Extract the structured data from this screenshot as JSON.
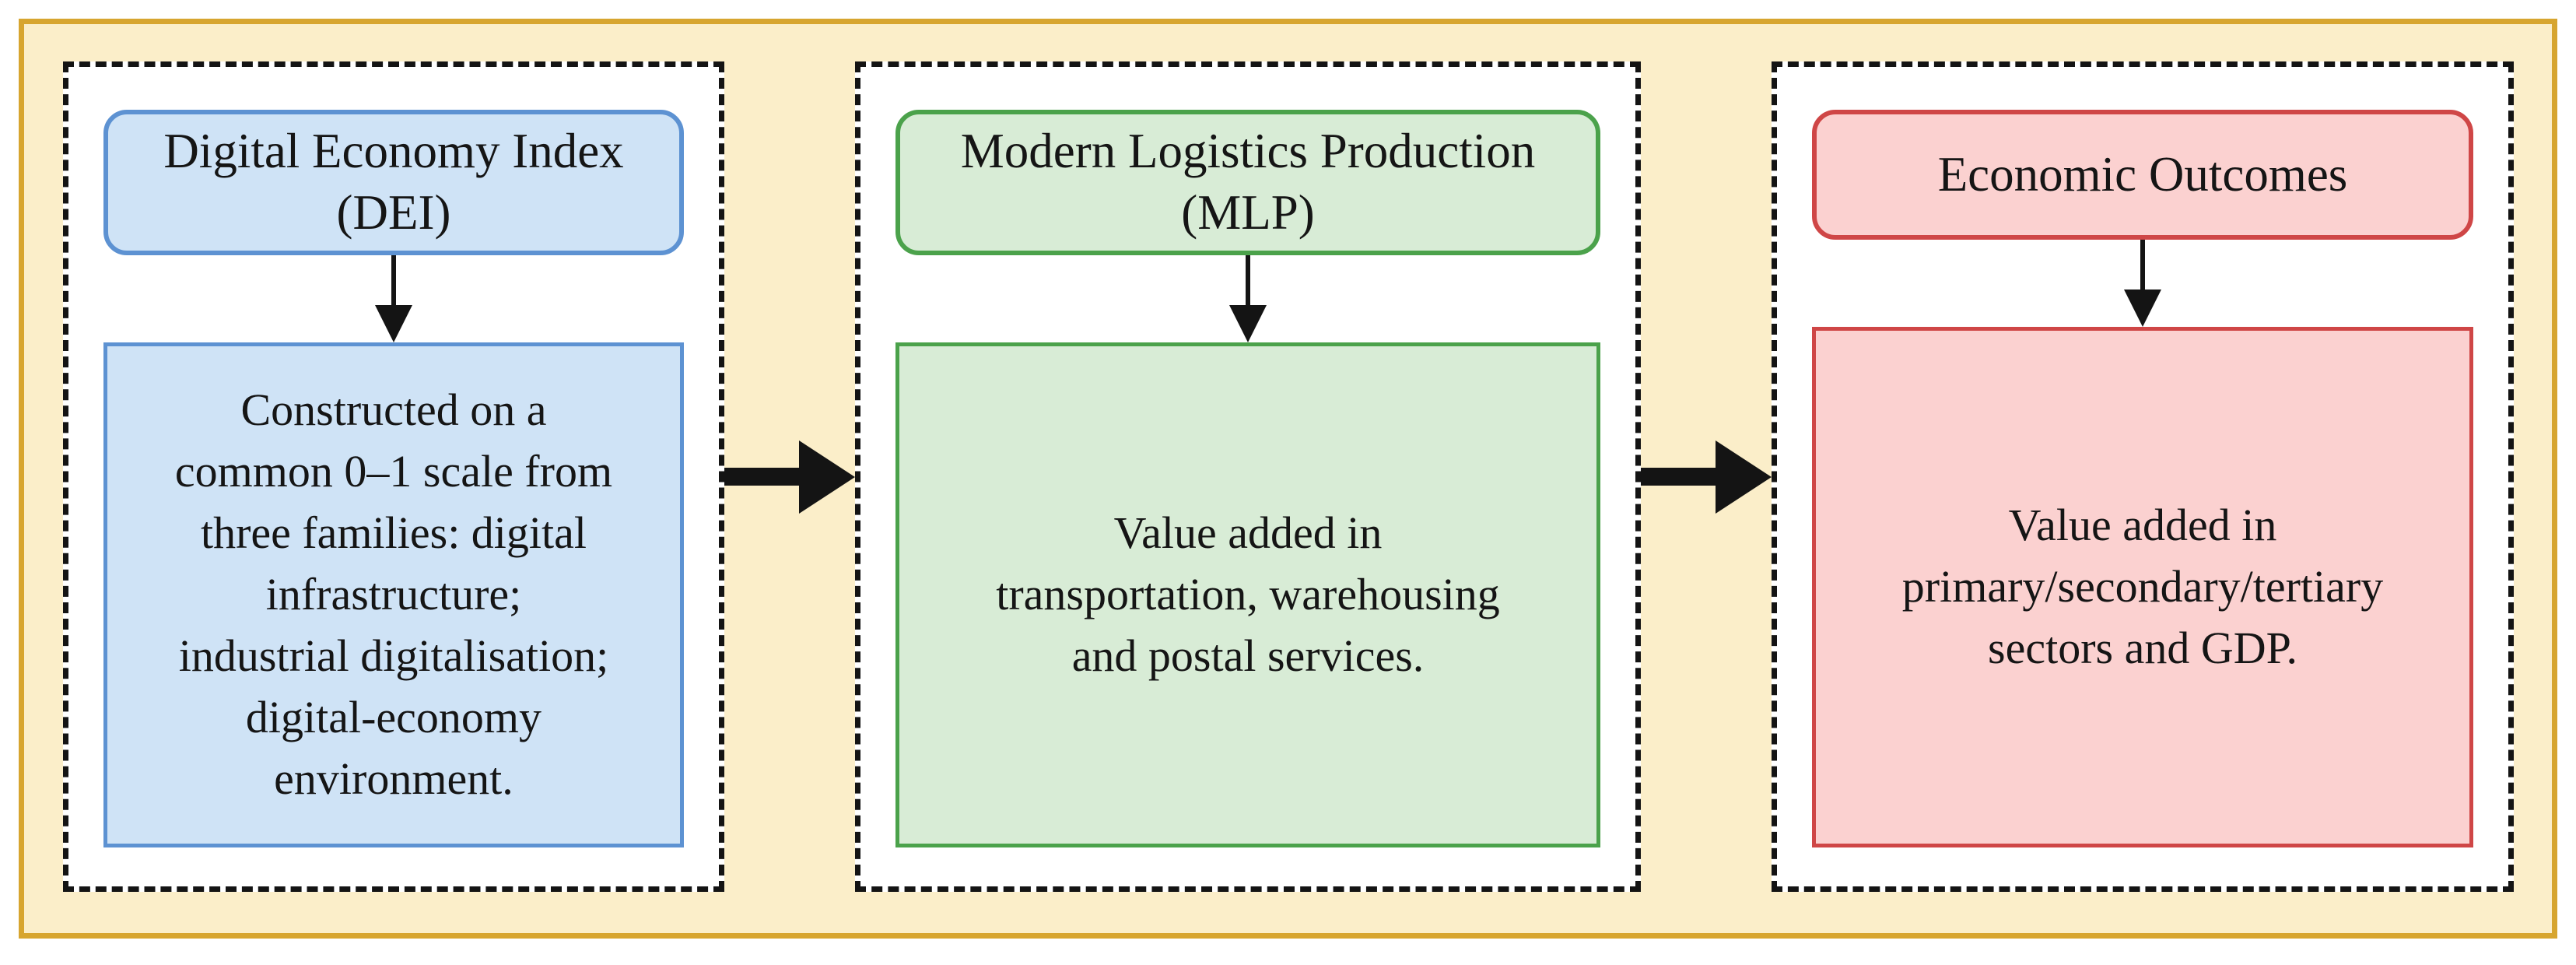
{
  "figure": {
    "colors": {
      "frame_fill": "#fbeec9",
      "frame_border": "#d7a52f",
      "dashed_border": "#141414",
      "arrow": "#141414",
      "blue_fill": "#cfe3f6",
      "blue_border": "#5d92d2",
      "green_fill": "#d8ecd6",
      "green_border": "#4ba24b",
      "red_fill": "#fbd1d0",
      "red_border": "#cf4646"
    },
    "panels": [
      {
        "id": "dei",
        "header": "Digital Economy Index\n(DEI)",
        "body": "Constructed on a\ncommon 0–1 scale from\nthree families: digital\ninfrastructure;\nindustrial digitalisation;\ndigital-economy\nenvironment."
      },
      {
        "id": "mlp",
        "header": "Modern Logistics Production\n(MLP)",
        "body": "Value added in\ntransportation, warehousing\nand postal services."
      },
      {
        "id": "outcomes",
        "header": "Economic Outcomes",
        "body": "Value added in\nprimary/secondary/tertiary\nsectors and GDP."
      }
    ],
    "connectors": [
      "right-arrow",
      "right-arrow"
    ]
  }
}
